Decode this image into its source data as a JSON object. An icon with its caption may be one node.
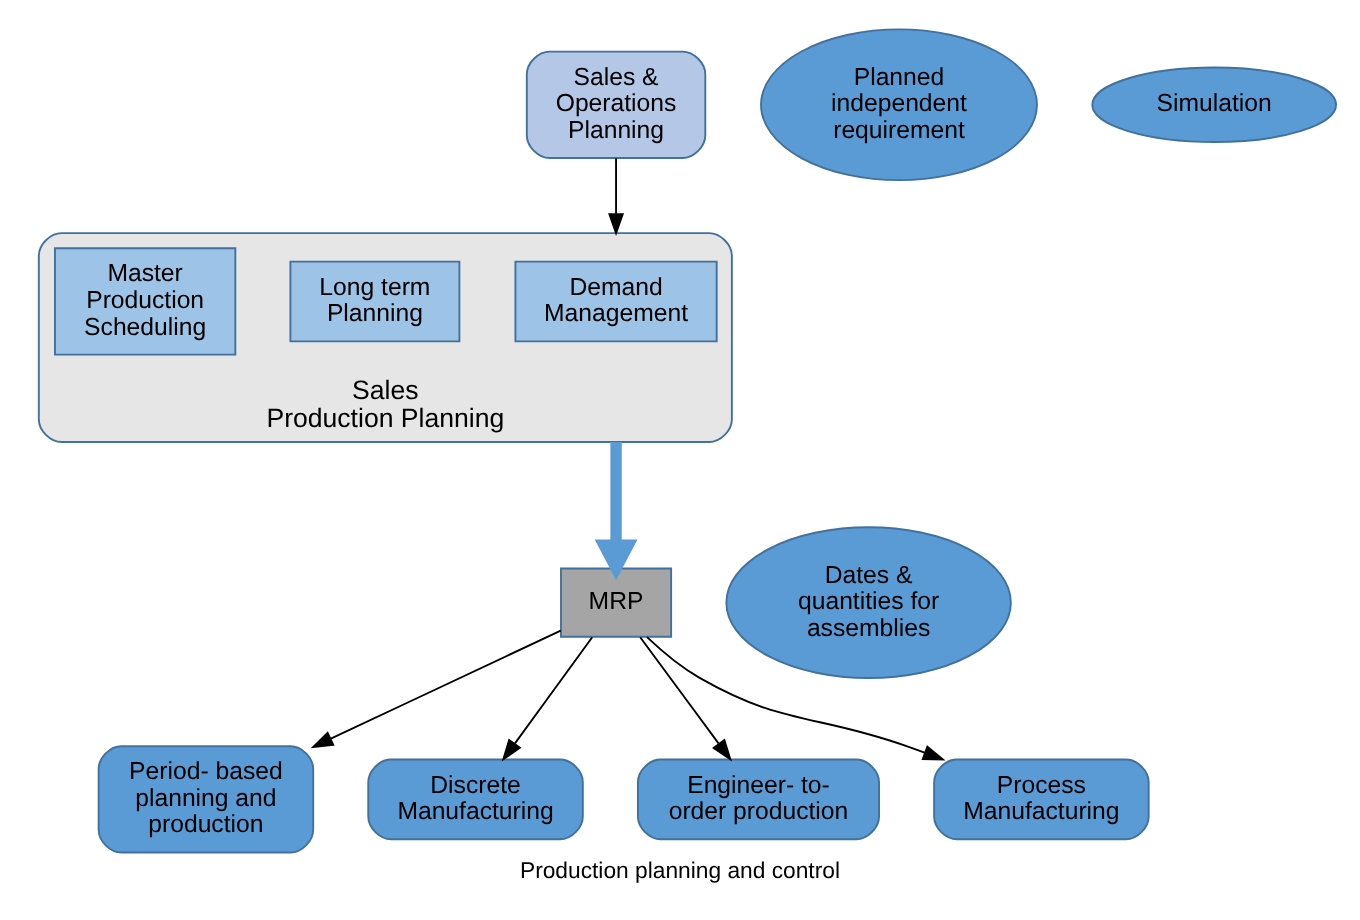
{
  "diagram": {
    "caption": "Production planning and control",
    "nodes": [
      {
        "text": [
          "Sales & Operations Planning"
        ]
      },
      {
        "text": [
          "Sales",
          "Production Planning"
        ]
      },
      {
        "text": [
          "Demand Management"
        ],
        "in": 1
      },
      {
        "text": [
          "Long term Planning"
        ],
        "in": 1
      },
      {
        "text": [
          "Master Production Scheduling"
        ],
        "in": 1
      },
      {
        "text": [
          "Planned independent requirement"
        ]
      },
      {
        "text": [
          "Simulation"
        ]
      },
      {
        "text": [
          "Dates & quantities for assemblies"
        ]
      },
      {
        "text": [
          "MRP"
        ]
      },
      {
        "text": [
          "Period- based planning and production"
        ]
      },
      {
        "text": [
          "Discrete Manufacturing"
        ]
      },
      {
        "text": [
          "Engineer- to- order production"
        ]
      },
      {
        "text": [
          "Process Manufacturing"
        ]
      }
    ],
    "edges": [
      {
        "from": 0,
        "to": 1,
        "arrow": "to"
      },
      {
        "from": 1,
        "to": 8,
        "arrow": "to",
        "style": "thick",
        "color": "#5b9bd5"
      },
      {
        "from": 8,
        "to": 9,
        "arrow": "to"
      },
      {
        "from": 8,
        "to": 10,
        "arrow": "to"
      },
      {
        "from": 8,
        "to": 11,
        "arrow": "to"
      },
      {
        "from": 8,
        "to": 12,
        "arrow": "to"
      }
    ]
  }
}
